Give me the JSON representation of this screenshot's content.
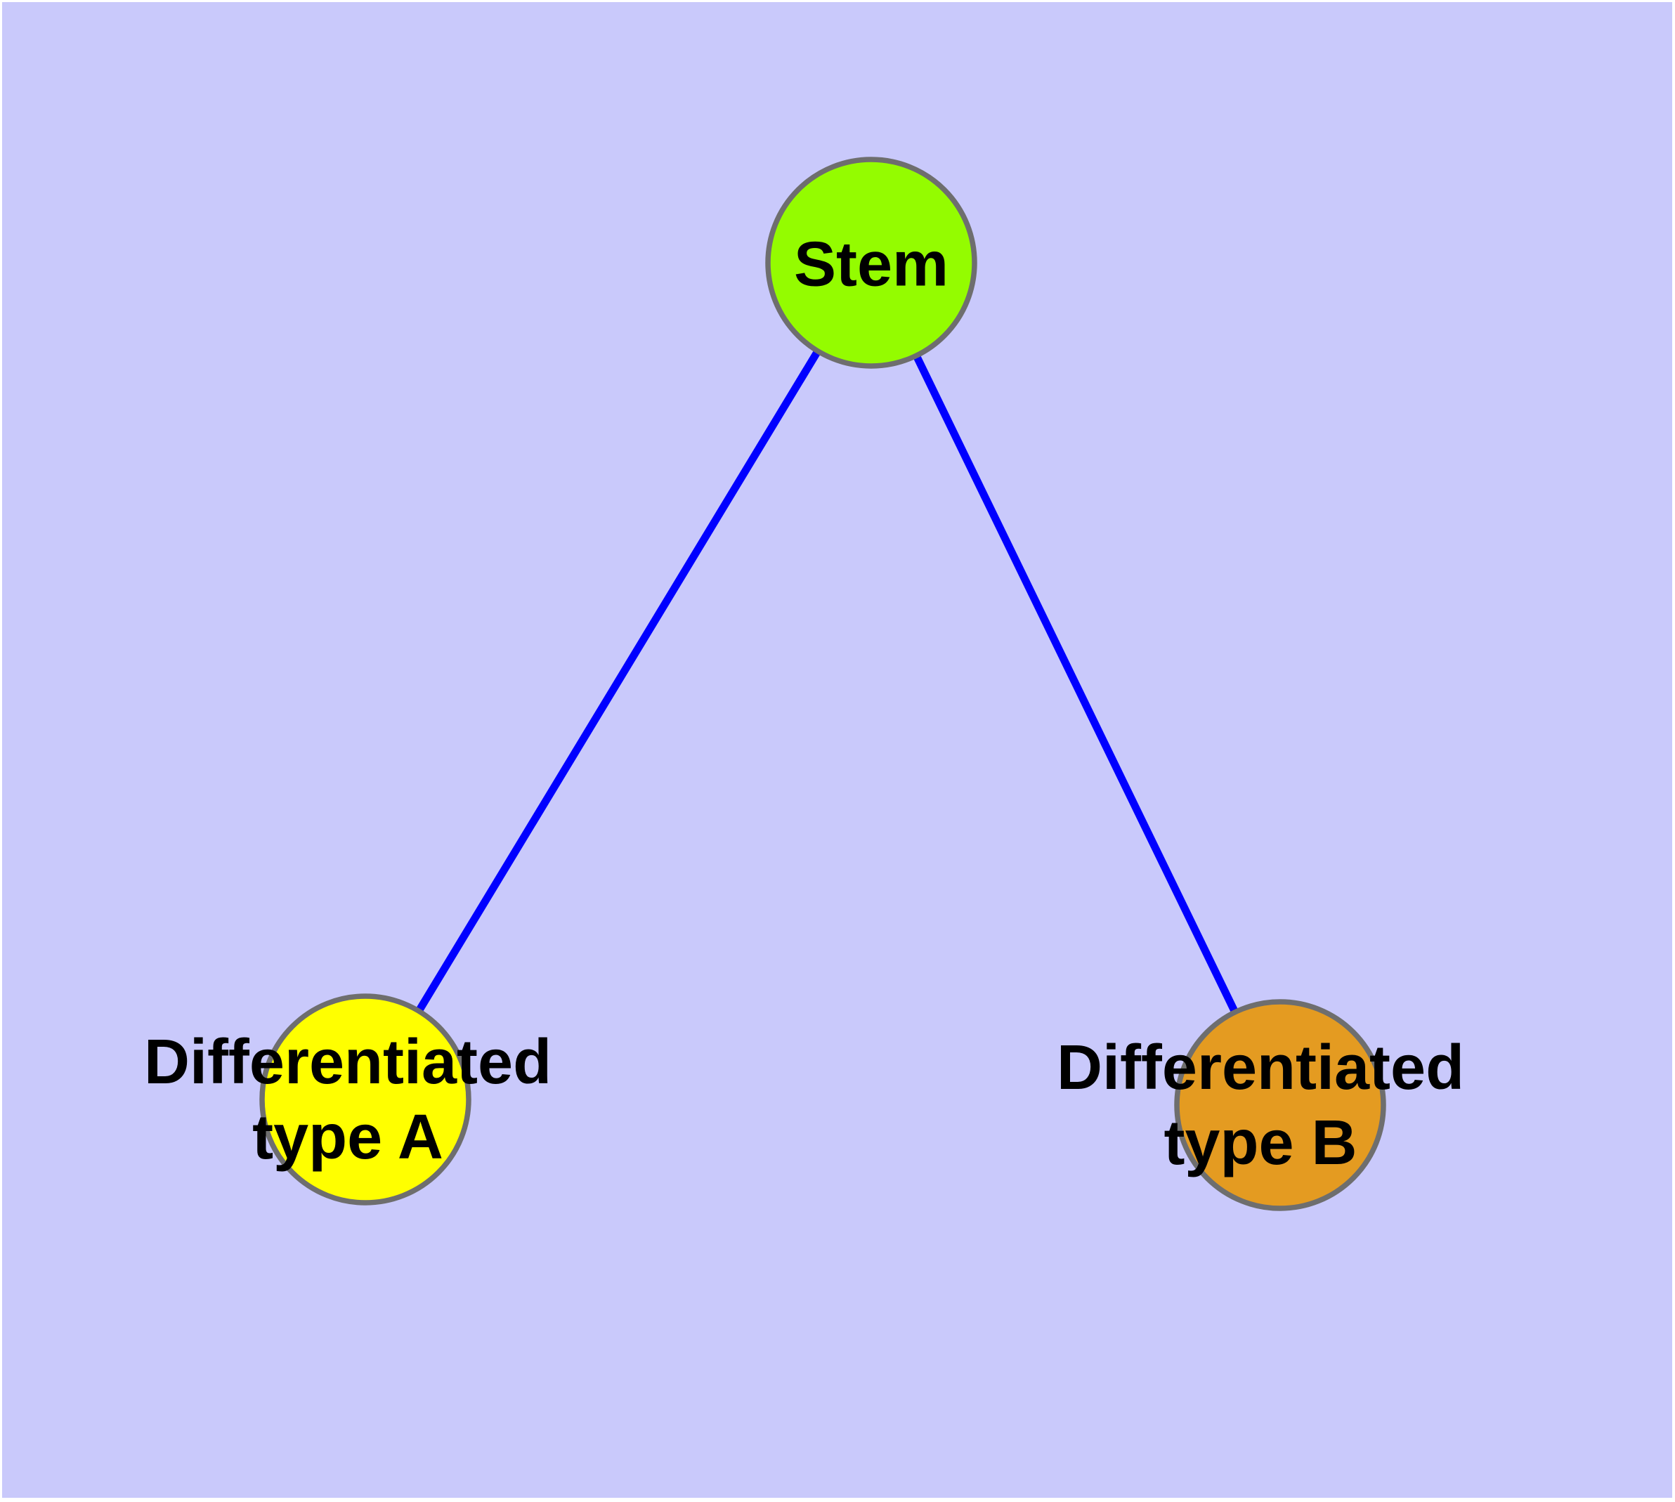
{
  "diagram": {
    "type": "graph",
    "page_color": "#FFFFFF",
    "background_color": "#C9C9FB",
    "edge_color": "#0000FF",
    "node_border_color": "#6E6E6E",
    "text_color": "#000000",
    "nodes": [
      {
        "id": "stem",
        "label": "Stem",
        "fill": "#94FC00"
      },
      {
        "id": "differentiated-type-a",
        "label": "Differentiated\ntype A",
        "fill": "#FFFF00"
      },
      {
        "id": "differentiated-type-b",
        "label": "Differentiated\ntype B",
        "fill": "#E49B21"
      }
    ],
    "edges": [
      {
        "from": "Stem",
        "to": "Differentiated type A"
      },
      {
        "from": "Stem",
        "to": "Differentiated type B"
      }
    ]
  }
}
